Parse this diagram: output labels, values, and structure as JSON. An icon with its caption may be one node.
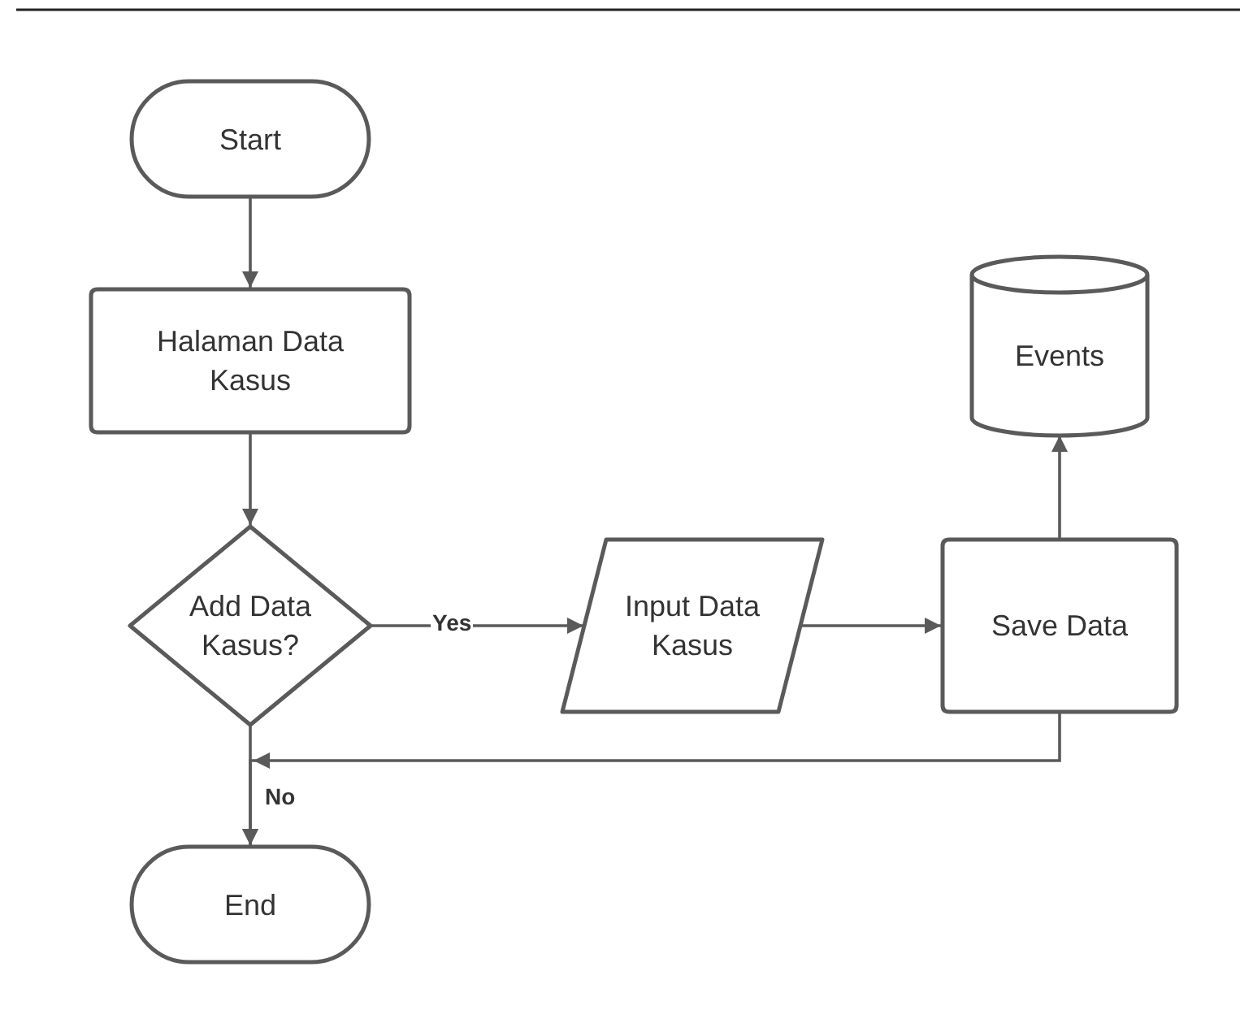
{
  "diagram": {
    "nodes": [
      {
        "text": [
          "Start"
        ]
      },
      {
        "text": [
          "Halaman Data Kasus"
        ]
      },
      {
        "text": [
          "Add Data Kasus?"
        ]
      },
      {
        "text": [
          "Input Data Kasus"
        ]
      },
      {
        "text": [
          "Save Data"
        ]
      },
      {
        "text": [
          "Events"
        ]
      },
      {
        "text": [
          "End"
        ]
      }
    ],
    "edges": [
      {
        "from": 0,
        "to": 1,
        "arrow": "to"
      },
      {
        "from": 1,
        "to": 2,
        "arrow": "to"
      },
      {
        "from": 2,
        "to": 3,
        "arrow": "to",
        "label": "Yes"
      },
      {
        "from": 3,
        "to": 4,
        "arrow": "to"
      },
      {
        "from": 4,
        "to": 5,
        "arrow": "to"
      },
      {
        "from": 4,
        "to": 6,
        "arrow": "to"
      },
      {
        "from": 2,
        "to": 6,
        "arrow": "to",
        "label": "No"
      }
    ]
  }
}
